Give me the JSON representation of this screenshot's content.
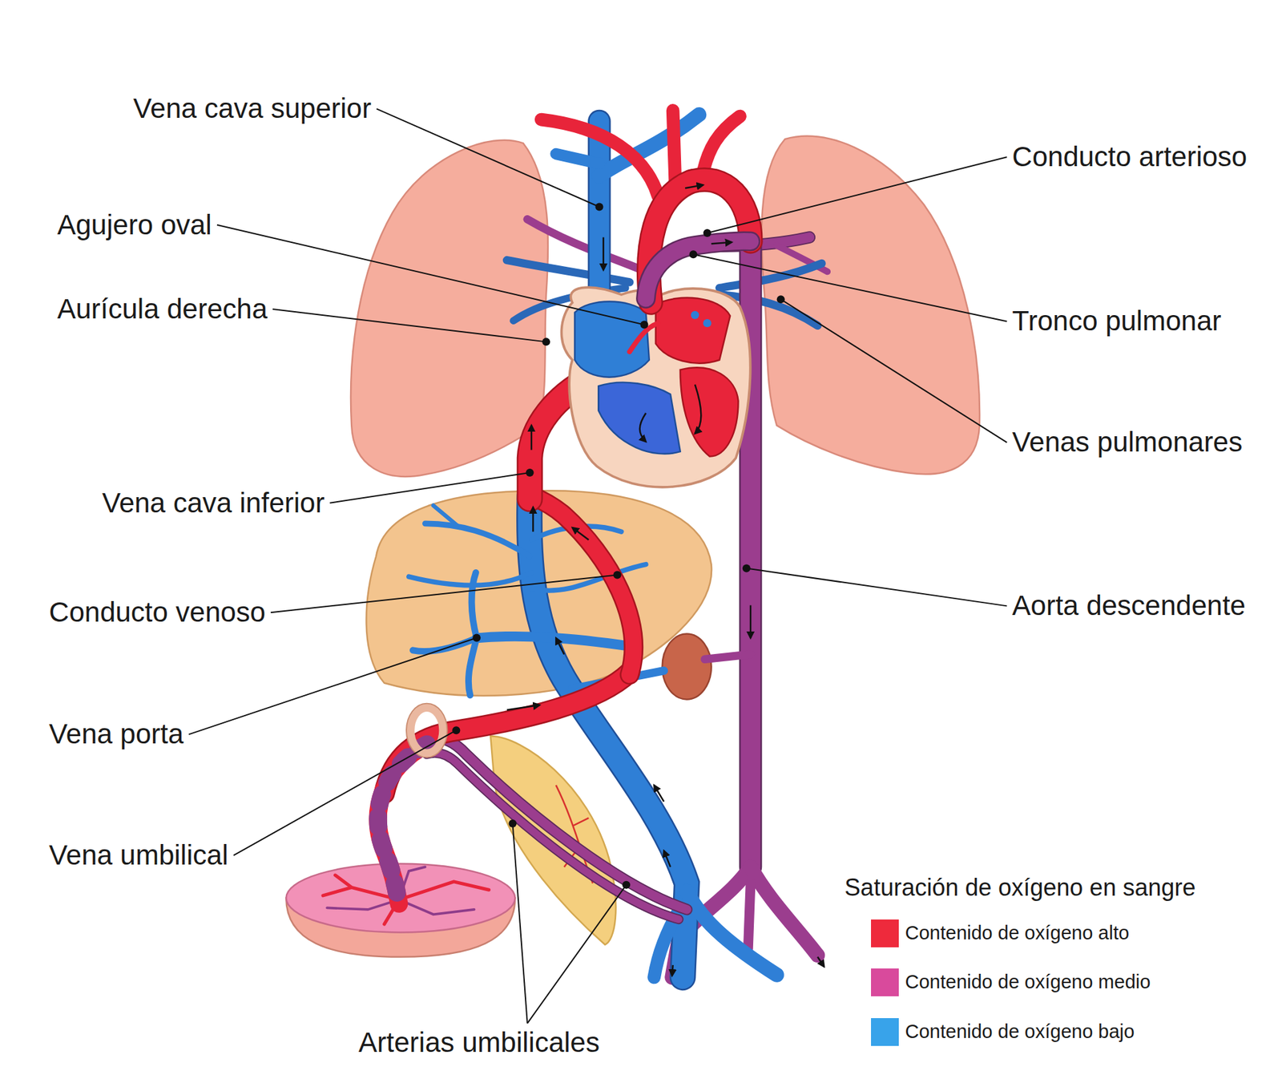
{
  "diagram": {
    "labels": [
      "Vena cava superior",
      "Agujero oval",
      "Aurícula derecha",
      "Vena cava inferior",
      "Conducto venoso",
      "Vena porta",
      "Vena umbilical",
      "Arterias umbilicales",
      "Conducto arterioso",
      "Tronco pulmonar",
      "Venas pulmonares",
      "Aorta descendente",
      "Saturación de oxígeno en sangre"
    ],
    "legend": [
      {
        "text": "Contenido de oxígeno alto",
        "color": "#ee2a3c"
      },
      {
        "text": "Contenido de oxígeno medio",
        "color": "#d94a9c"
      },
      {
        "text": "Contenido de oxígeno bajo",
        "color": "#38a3ea"
      }
    ]
  }
}
